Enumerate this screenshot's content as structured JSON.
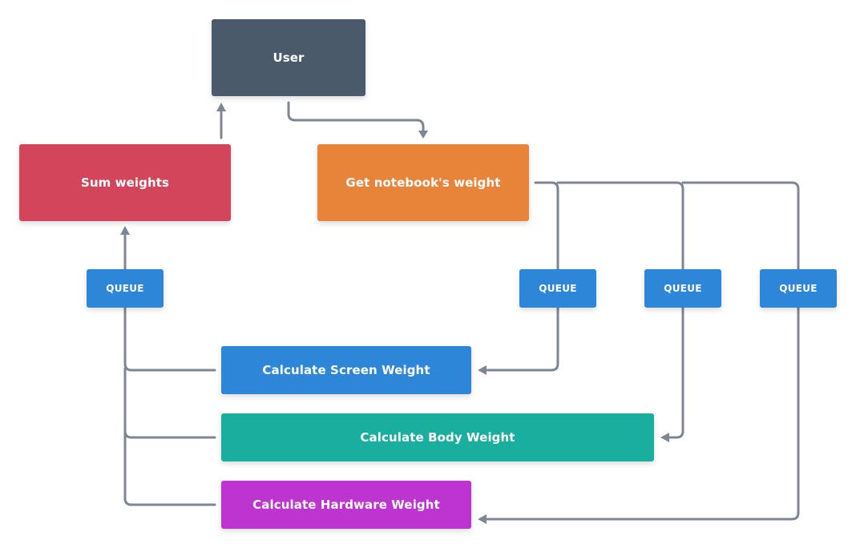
{
  "colors": {
    "user": "#4a5a6a",
    "sum": "#d3455b",
    "get": "#e8843a",
    "screen": "#2e86d9",
    "body": "#1aae9f",
    "hardware": "#bd34d1",
    "queue": "#2e86d9",
    "edge": "#7b8794"
  },
  "nodes": {
    "user": "User",
    "sum": "Sum weights",
    "get": "Get notebook's weight",
    "screen": "Calculate Screen Weight",
    "body": "Calculate Body Weight",
    "hardware": "Calculate Hardware Weight"
  },
  "queues": {
    "sum": "QUEUE",
    "screen": "QUEUE",
    "body": "QUEUE",
    "hardware": "QUEUE"
  }
}
